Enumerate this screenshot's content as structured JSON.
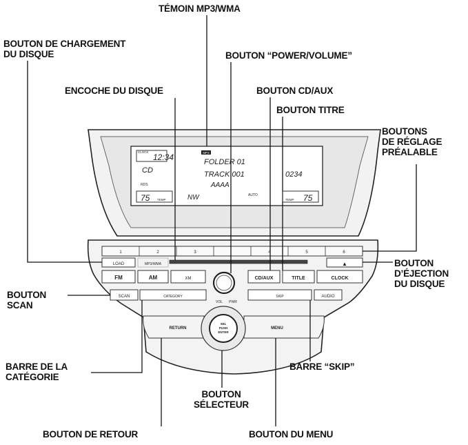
{
  "callouts": {
    "mp3_indicator": [
      "TÉMOIN MP3/WMA"
    ],
    "load_button": [
      "BOUTON DE CHARGEMENT",
      "DU DISQUE"
    ],
    "power_volume": [
      "BOUTON “POWER/VOLUME”"
    ],
    "disc_slot": [
      "ENCOCHE DU DISQUE"
    ],
    "cd_aux": [
      "BOUTON CD/AUX"
    ],
    "title_button": [
      "BOUTON TITRE"
    ],
    "preset_buttons": [
      "BOUTONS",
      "DE RÉGLAGE",
      "PRÉALABLE"
    ],
    "eject_button": [
      "BOUTON",
      "D’ÉJECTION",
      "DU DISQUE"
    ],
    "scan_button": [
      "BOUTON",
      "SCAN"
    ],
    "category_bar": [
      "BARRE DE LA",
      "CATÉGORIE"
    ],
    "skip_bar": [
      "BARRE “SKIP”"
    ],
    "selector_knob": [
      "BOUTON",
      "SÉLECTEUR"
    ],
    "return_button": [
      "BOUTON DE RETOUR"
    ],
    "menu_button": [
      "BOUTON DU MENU"
    ]
  },
  "display": {
    "clock_label": "CLOCK",
    "clock": "12:34",
    "source": "CD",
    "folder": "FOLDER 01",
    "track": "TRACK 001",
    "track_time": "0234",
    "album": "AAAA",
    "mp3_badge": "MP3",
    "band_small": "RDS",
    "temp_left": "75",
    "temp_right": "75",
    "temp_label": "TEMP",
    "mode": "NW",
    "auto": "AUTO"
  },
  "controls": {
    "presets": [
      "1",
      "2",
      "3",
      "",
      "4",
      "5",
      "6"
    ],
    "load": "LOAD",
    "mp3_wma": "MP3/WMA",
    "fm": "FM",
    "am": "AM",
    "xm": "XM",
    "cd_aux": "CD/AUX",
    "title": "TITLE",
    "clock": "CLOCK",
    "scan": "SCAN",
    "category": "CATEGORY",
    "vol": "VOL",
    "pwr": "PWR",
    "skip": "SKIP",
    "audio": "AUDIO",
    "return": "RETURN",
    "menu": "MENU",
    "knob": "SEL\nPUSH\nENTER",
    "eject": "▲"
  }
}
